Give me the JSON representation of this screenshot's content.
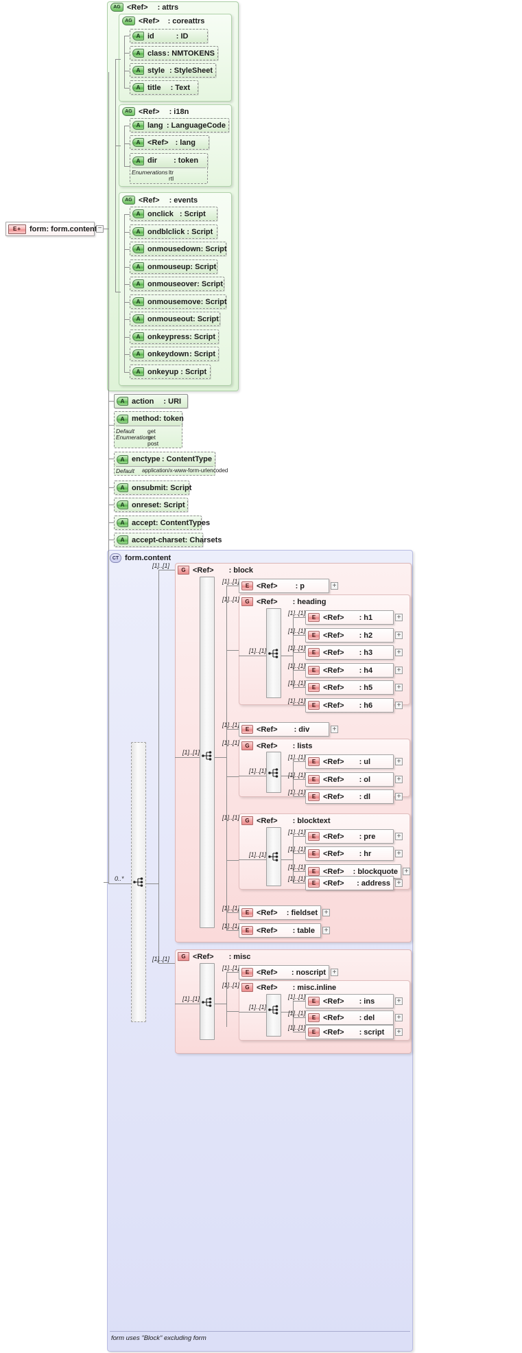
{
  "diagram": {
    "title": "form : form.content",
    "footnote": "form uses \"Block\" excluding form"
  },
  "root": {
    "badge": "E+",
    "name": "form",
    "type": ": form.content",
    "toggle": "−"
  },
  "attribute_groups": {
    "attrs": {
      "badge": "AG",
      "name": "<Ref>",
      "type": ": attrs"
    },
    "coreattrs": {
      "badge": "AG",
      "name": "<Ref>",
      "type": ": coreattrs"
    },
    "i18n": {
      "badge": "AG",
      "name": "<Ref>",
      "type": ": i18n"
    },
    "events": {
      "badge": "AG",
      "name": "<Ref>",
      "type": ": events"
    }
  },
  "coreattrs_items": [
    {
      "badge": "A",
      "name": "id",
      "type": ": ID"
    },
    {
      "badge": "A",
      "name": "class",
      "type": ": NMTOKENS"
    },
    {
      "badge": "A",
      "name": "style",
      "type": ": StyleSheet"
    },
    {
      "badge": "A",
      "name": "title",
      "type": ": Text"
    }
  ],
  "i18n_items": [
    {
      "badge": "A",
      "name": "lang",
      "type": ": LanguageCode"
    },
    {
      "badge": "A",
      "name": "<Ref>",
      "type": ": lang"
    },
    {
      "badge": "A",
      "name": "dir",
      "type": ": token"
    }
  ],
  "i18n_dir_facets": {
    "label": "Enumerations",
    "values": [
      "ltr",
      "rtl"
    ]
  },
  "events_items": [
    {
      "badge": "A",
      "name": "onclick",
      "type": ": Script"
    },
    {
      "badge": "A",
      "name": "ondblclick",
      "type": ": Script"
    },
    {
      "badge": "A",
      "name": "onmousedown",
      "type": ": Script"
    },
    {
      "badge": "A",
      "name": "onmouseup",
      "type": ": Script"
    },
    {
      "badge": "A",
      "name": "onmouseover",
      "type": ": Script"
    },
    {
      "badge": "A",
      "name": "onmousemove",
      "type": ": Script"
    },
    {
      "badge": "A",
      "name": "onmouseout",
      "type": ": Script"
    },
    {
      "badge": "A",
      "name": "onkeypress",
      "type": ": Script"
    },
    {
      "badge": "A",
      "name": "onkeydown",
      "type": ": Script"
    },
    {
      "badge": "A",
      "name": "onkeyup",
      "type": ": Script"
    }
  ],
  "own_attributes": [
    {
      "badge": "A",
      "name": "action",
      "type": ": URI",
      "required": true
    },
    {
      "badge": "A",
      "name": "method",
      "type": ": token",
      "required": false
    },
    {
      "badge": "A",
      "name": "enctype",
      "type": ": ContentType",
      "required": false
    },
    {
      "badge": "A",
      "name": "onsubmit",
      "type": ": Script",
      "required": false
    },
    {
      "badge": "A",
      "name": "onreset",
      "type": ": Script",
      "required": false
    },
    {
      "badge": "A",
      "name": "accept",
      "type": ": ContentTypes",
      "required": false
    },
    {
      "badge": "A",
      "name": "accept-charset",
      "type": ": Charsets",
      "required": false
    }
  ],
  "method_facets": {
    "default_label": "Default",
    "default_value": "get",
    "enum_label": "Enumerations",
    "enum_values": [
      "get",
      "post"
    ]
  },
  "enctype_facets": {
    "default_label": "Default",
    "default_value": "application/x-www-form-urlencoded"
  },
  "content_model": {
    "badge": "CT",
    "name": "form.content",
    "outer_cardinality": "0..*",
    "groups": [
      {
        "badge": "G",
        "name": "<Ref>",
        "type": ": block",
        "cardinality": "[1]..[1]",
        "inner_cardinality": "[1]..[1]",
        "children": [
          {
            "kind": "element",
            "badge": "E",
            "name": "<Ref>",
            "type": ": p",
            "cardinality": "[1]..[1]"
          },
          {
            "kind": "group",
            "badge": "G",
            "name": "<Ref>",
            "type": ": heading",
            "cardinality": "[1]..[1]",
            "inner_cardinality": "[1]..[1]",
            "children": [
              {
                "badge": "E",
                "name": "<Ref>",
                "type": ": h1",
                "cardinality": "[1]..[1]"
              },
              {
                "badge": "E",
                "name": "<Ref>",
                "type": ": h2",
                "cardinality": "[1]..[1]"
              },
              {
                "badge": "E",
                "name": "<Ref>",
                "type": ": h3",
                "cardinality": "[1]..[1]"
              },
              {
                "badge": "E",
                "name": "<Ref>",
                "type": ": h4",
                "cardinality": "[1]..[1]"
              },
              {
                "badge": "E",
                "name": "<Ref>",
                "type": ": h5",
                "cardinality": "[1]..[1]"
              },
              {
                "badge": "E",
                "name": "<Ref>",
                "type": ": h6",
                "cardinality": "[1]..[1]"
              }
            ]
          },
          {
            "kind": "element",
            "badge": "E",
            "name": "<Ref>",
            "type": ": div",
            "cardinality": "[1]..[1]"
          },
          {
            "kind": "group",
            "badge": "G",
            "name": "<Ref>",
            "type": ": lists",
            "cardinality": "[1]..[1]",
            "inner_cardinality": "[1]..[1]",
            "children": [
              {
                "badge": "E",
                "name": "<Ref>",
                "type": ": ul",
                "cardinality": "[1]..[1]"
              },
              {
                "badge": "E",
                "name": "<Ref>",
                "type": ": ol",
                "cardinality": "[1]..[1]"
              },
              {
                "badge": "E",
                "name": "<Ref>",
                "type": ": dl",
                "cardinality": "[1]..[1]"
              }
            ]
          },
          {
            "kind": "group",
            "badge": "G",
            "name": "<Ref>",
            "type": ": blocktext",
            "cardinality": "[1]..[1]",
            "inner_cardinality": "[1]..[1]",
            "children": [
              {
                "badge": "E",
                "name": "<Ref>",
                "type": ": pre",
                "cardinality": "[1]..[1]"
              },
              {
                "badge": "E",
                "name": "<Ref>",
                "type": ": hr",
                "cardinality": "[1]..[1]"
              },
              {
                "badge": "E",
                "name": "<Ref>",
                "type": ": blockquote",
                "cardinality": "[1]..[1]"
              },
              {
                "badge": "E",
                "name": "<Ref>",
                "type": ": address",
                "cardinality": "[1]..[1]"
              }
            ]
          },
          {
            "kind": "element",
            "badge": "E",
            "name": "<Ref>",
            "type": ": fieldset",
            "cardinality": "[1]..[1]"
          },
          {
            "kind": "element",
            "badge": "E",
            "name": "<Ref>",
            "type": ": table",
            "cardinality": "[1]..[1]"
          }
        ]
      },
      {
        "badge": "G",
        "name": "<Ref>",
        "type": ": misc",
        "cardinality": "[1]..[1]",
        "inner_cardinality": "[1]..[1]",
        "children": [
          {
            "kind": "element",
            "badge": "E",
            "name": "<Ref>",
            "type": ": noscript",
            "cardinality": "[1]..[1]"
          },
          {
            "kind": "group",
            "badge": "G",
            "name": "<Ref>",
            "type": ": misc.inline",
            "cardinality": "[1]..[1]",
            "inner_cardinality": "[1]..[1]",
            "children": [
              {
                "badge": "E",
                "name": "<Ref>",
                "type": ": ins",
                "cardinality": "[1]..[1]"
              },
              {
                "badge": "E",
                "name": "<Ref>",
                "type": ": del",
                "cardinality": "[1]..[1]"
              },
              {
                "badge": "E",
                "name": "<Ref>",
                "type": ": script",
                "cardinality": "[1]..[1]"
              }
            ]
          }
        ]
      }
    ]
  },
  "colors": {
    "attribute_green": "#dff3d8",
    "element_pink": "#fadada",
    "complextype_blue": "#dcdff7",
    "line": "#8c8c8c"
  }
}
